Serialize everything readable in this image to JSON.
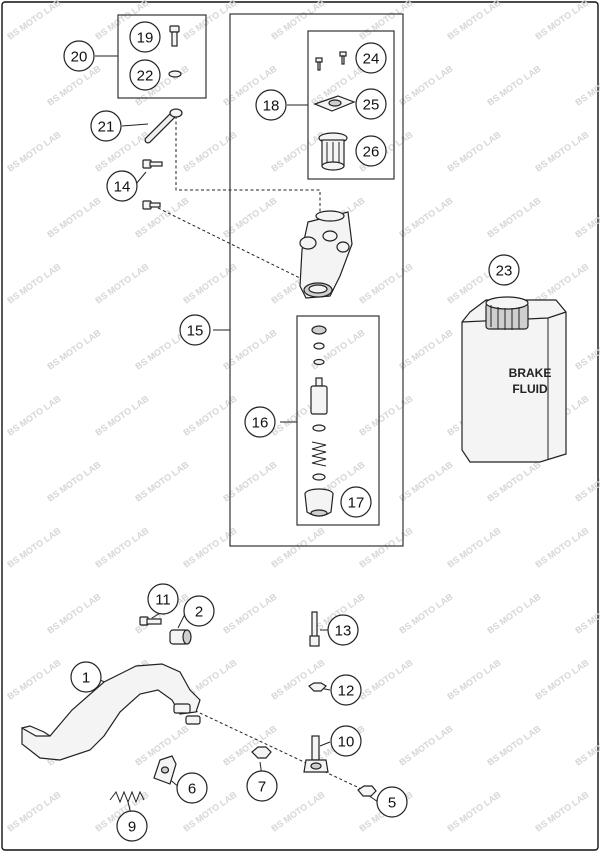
{
  "callouts": [
    {
      "id": "1",
      "label": "1"
    },
    {
      "id": "2",
      "label": "2"
    },
    {
      "id": "5",
      "label": "5"
    },
    {
      "id": "6",
      "label": "6"
    },
    {
      "id": "7",
      "label": "7"
    },
    {
      "id": "9",
      "label": "9"
    },
    {
      "id": "10",
      "label": "10"
    },
    {
      "id": "11",
      "label": "11"
    },
    {
      "id": "12",
      "label": "12"
    },
    {
      "id": "13",
      "label": "13"
    },
    {
      "id": "14",
      "label": "14"
    },
    {
      "id": "15",
      "label": "15"
    },
    {
      "id": "16",
      "label": "16"
    },
    {
      "id": "17",
      "label": "17"
    },
    {
      "id": "18",
      "label": "18"
    },
    {
      "id": "19",
      "label": "19"
    },
    {
      "id": "20",
      "label": "20"
    },
    {
      "id": "21",
      "label": "21"
    },
    {
      "id": "22",
      "label": "22"
    },
    {
      "id": "23",
      "label": "23"
    },
    {
      "id": "24",
      "label": "24"
    },
    {
      "id": "25",
      "label": "25"
    },
    {
      "id": "26",
      "label": "26"
    }
  ],
  "fluid_can": {
    "line1": "BRAKE",
    "line2": "FLUID"
  },
  "watermark": "BS MOTO LAB"
}
